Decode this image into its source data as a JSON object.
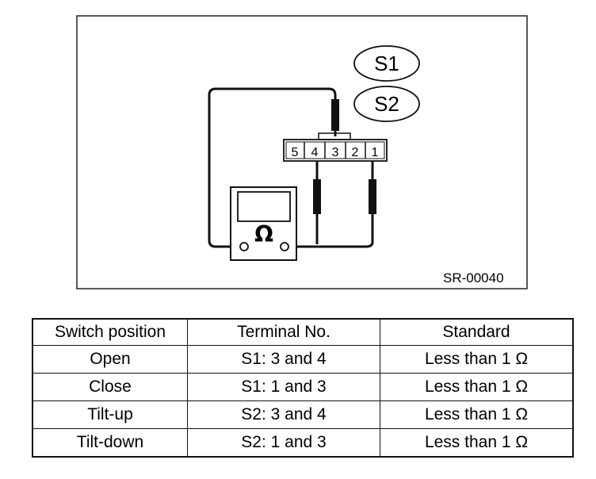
{
  "diagram": {
    "figure_code": "SR-00040",
    "switch_labels": [
      "S1",
      "S2"
    ],
    "terminals": [
      "5",
      "4",
      "3",
      "2",
      "1"
    ],
    "meter_symbol": "Ω"
  },
  "table": {
    "headers": [
      "Switch position",
      "Terminal No.",
      "Standard"
    ],
    "rows": [
      [
        "Open",
        "S1: 3 and 4",
        "Less than 1 Ω"
      ],
      [
        "Close",
        "S1: 1 and 3",
        "Less than 1 Ω"
      ],
      [
        "Tilt-up",
        "S2: 3 and 4",
        "Less than 1 Ω"
      ],
      [
        "Tilt-down",
        "S2: 1 and 3",
        "Less than 1 Ω"
      ]
    ]
  }
}
